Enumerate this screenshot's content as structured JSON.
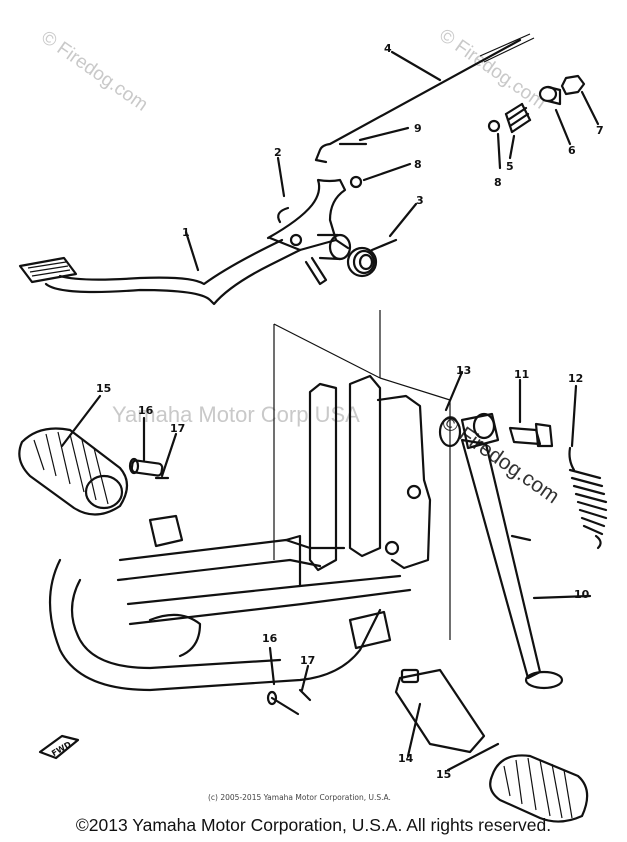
{
  "watermarks": {
    "site": "© Firedog.com",
    "center": "Yamaha Motor Corp USA"
  },
  "callouts": [
    {
      "id": "c1",
      "label": "1"
    },
    {
      "id": "c2",
      "label": "2"
    },
    {
      "id": "c3",
      "label": "3"
    },
    {
      "id": "c4",
      "label": "4"
    },
    {
      "id": "c5",
      "label": "5"
    },
    {
      "id": "c6",
      "label": "6"
    },
    {
      "id": "c7",
      "label": "7"
    },
    {
      "id": "c8a",
      "label": "8"
    },
    {
      "id": "c8b",
      "label": "8"
    },
    {
      "id": "c9",
      "label": "9"
    },
    {
      "id": "c10",
      "label": "10"
    },
    {
      "id": "c11",
      "label": "11"
    },
    {
      "id": "c12",
      "label": "12"
    },
    {
      "id": "c13",
      "label": "13"
    },
    {
      "id": "c14",
      "label": "14"
    },
    {
      "id": "c15a",
      "label": "15"
    },
    {
      "id": "c15b",
      "label": "15"
    },
    {
      "id": "c16a",
      "label": "16"
    },
    {
      "id": "c16b",
      "label": "16"
    },
    {
      "id": "c17a",
      "label": "17"
    },
    {
      "id": "c17b",
      "label": "17"
    }
  ],
  "fwd_label": "FWD",
  "copyright_small": "(c) 2005-2015 Yamaha Motor Corporation, U.S.A.",
  "copyright_main": "©2013 Yamaha Motor Corporation, U.S.A. All rights reserved."
}
